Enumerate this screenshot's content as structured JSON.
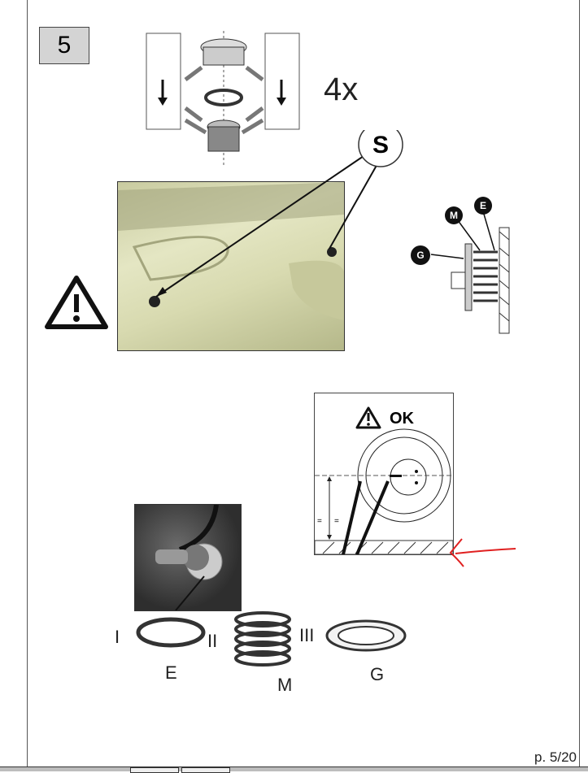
{
  "step_number": "5",
  "quantity_label": "4x",
  "callouts": {
    "sensor": "S",
    "spring": "M",
    "extension": "E",
    "ring": "G"
  },
  "ok_panel": {
    "label": "OK",
    "equal_left": "=",
    "equal_right": "="
  },
  "parts": {
    "roman_1": "I",
    "roman_2": "II",
    "roman_3": "III",
    "label_e": "E",
    "label_m": "M",
    "label_g": "G"
  },
  "footer": {
    "page_number": "p. 5/20"
  },
  "colors": {
    "annotation_red": "#e02020",
    "step_box": "#d4d4d4"
  }
}
